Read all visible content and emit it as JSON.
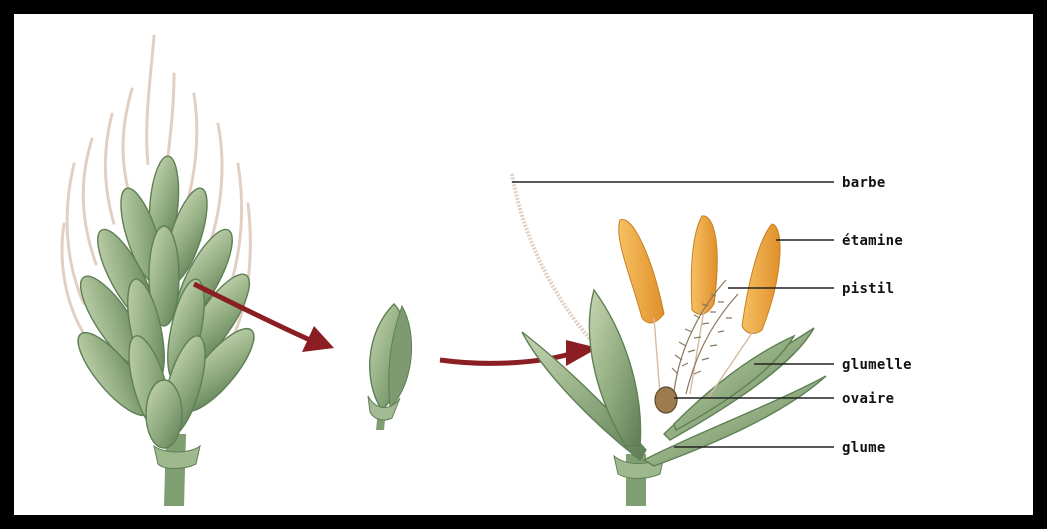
{
  "labels": {
    "barbe": "barbe",
    "etamine": "étamine",
    "pistil": "pistil",
    "glumelle": "glumelle",
    "ovaire": "ovaire",
    "glume": "glume"
  },
  "colors": {
    "glume_fill": "#9db58a",
    "glume_dark": "#5f7f55",
    "awn": "#e2cfc3",
    "arrow": "#8b1e22",
    "anther": "#f0a83a",
    "leader": "#222222"
  }
}
